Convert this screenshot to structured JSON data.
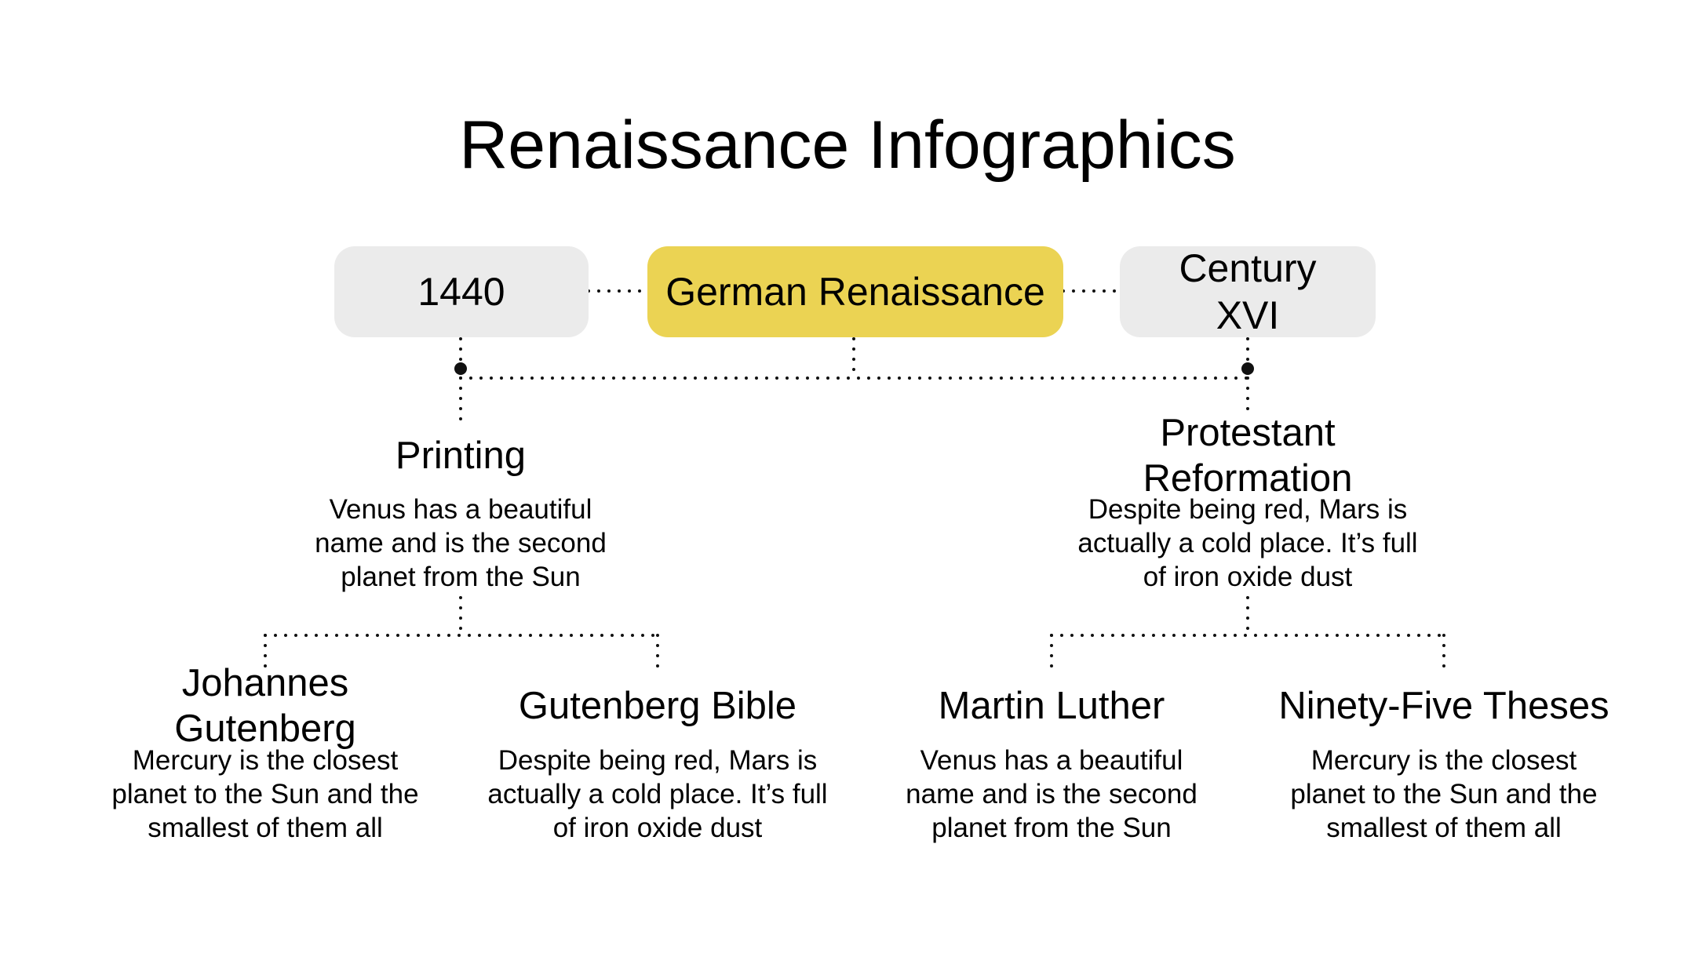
{
  "title": "Renaissance Infographics",
  "colors": {
    "pill_grey": "#ebebeb",
    "pill_accent": "#ebd353",
    "connector": "#111111"
  },
  "pills": {
    "left": "1440",
    "center": "German Renaissance",
    "right": "Century XVI"
  },
  "branches": {
    "printing": {
      "heading": "Printing",
      "text": "Venus has a beautiful name and is the second planet from the Sun"
    },
    "reformation": {
      "heading": "Protestant Reformation",
      "text": "Despite being red, Mars is actually a cold place. It’s full of iron oxide dust"
    }
  },
  "leaves": {
    "gutenberg": {
      "heading": "Johannes Gutenberg",
      "text": "Mercury is the closest planet to the Sun and the smallest of them all"
    },
    "bible": {
      "heading": "Gutenberg Bible",
      "text": "Despite being red, Mars is actually a cold place. It’s full of iron oxide dust"
    },
    "luther": {
      "heading": "Martin Luther",
      "text": "Venus has a beautiful name and is the second planet from the Sun"
    },
    "theses": {
      "heading": "Ninety-Five Theses",
      "text": "Mercury is the closest planet to the Sun and the smallest of them all"
    }
  }
}
